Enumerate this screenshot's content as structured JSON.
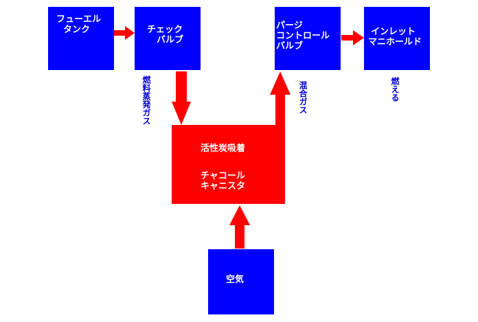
{
  "colors": {
    "component": "#0000ff",
    "canister": "#ff0000",
    "arrow": "#ff0000",
    "label": "#0000cc"
  },
  "nodes": {
    "fuel_tank": {
      "lines": [
        "フューエル",
        "タンク"
      ]
    },
    "check_valve": {
      "lines": [
        "チェック",
        "バルブ"
      ]
    },
    "purge_valve": {
      "lines": [
        "パージ",
        "コントロール",
        "バルブ"
      ]
    },
    "inlet_manifold": {
      "lines": [
        "インレット",
        "マニホールド"
      ]
    },
    "canister": {
      "lines": [
        "活性炭吸着",
        "チャコール",
        "キャニスタ"
      ]
    },
    "air": {
      "lines": [
        "空気"
      ]
    }
  },
  "labels": {
    "fuel_vapor": "燃料蒸発ガス",
    "mixed_gas": "混合ガス",
    "burn": "燃える"
  }
}
